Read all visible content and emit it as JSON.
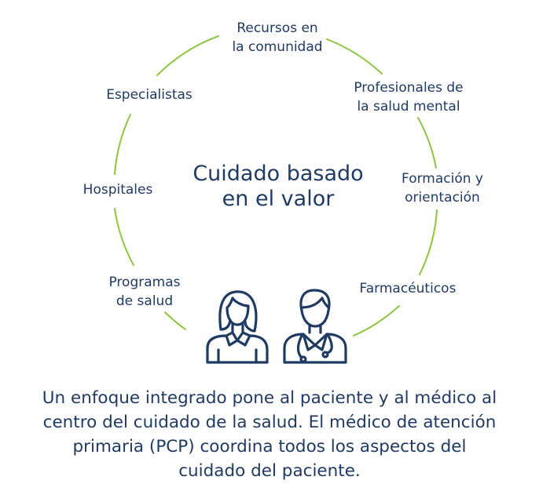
{
  "diagram": {
    "center_title": [
      "Cuidado basado",
      "en el valor"
    ],
    "nodes": [
      {
        "id": "recursos",
        "lines": [
          "Recursos en",
          "la comunidad"
        ]
      },
      {
        "id": "salud-mental",
        "lines": [
          "Profesionales de",
          "la salud mental"
        ]
      },
      {
        "id": "formacion",
        "lines": [
          "Formación y",
          "orientación"
        ]
      },
      {
        "id": "farmaceuticos",
        "lines": [
          "Farmacéuticos"
        ]
      },
      {
        "id": "programas",
        "lines": [
          "Programas",
          "de salud"
        ]
      },
      {
        "id": "hospitales",
        "lines": [
          "Hospitales"
        ]
      },
      {
        "id": "especialistas",
        "lines": [
          "Especialistas"
        ]
      }
    ],
    "icons": [
      "patient-icon",
      "doctor-icon"
    ],
    "colors": {
      "ring": "#8cc63f",
      "text": "#1f3a63"
    }
  },
  "caption": [
    "Un enfoque integrado pone al paciente y al médico al",
    "centro del cuidado de la salud. El médico de atención",
    "primaria (PCP) coordina todos los aspectos del",
    "cuidado del paciente."
  ]
}
